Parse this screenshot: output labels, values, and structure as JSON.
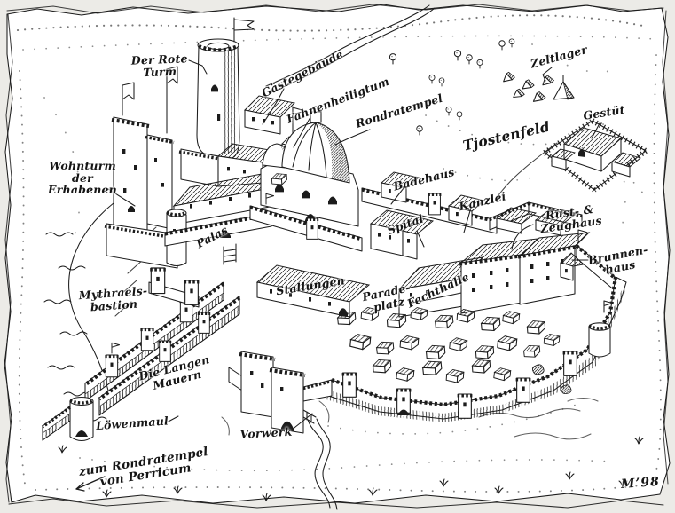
{
  "colors": {
    "ink": "#1c1c1c",
    "paper": "#ffffff",
    "margin": "#ecebe7"
  },
  "labels": [
    {
      "id": "der-rote-turm",
      "text": "Der Rote\nTurm"
    },
    {
      "id": "wohnturm-der-erhabenen",
      "text": "Wohnturm\nder\nErhabenen"
    },
    {
      "id": "gaestegebaeude",
      "text": "Gästegebäude"
    },
    {
      "id": "fahnenheiligtum",
      "text": "Fahnenheiligtum"
    },
    {
      "id": "rondratempel",
      "text": "Rondratempel"
    },
    {
      "id": "tjostenfeld",
      "text": "Tjostenfeld"
    },
    {
      "id": "zeltlager",
      "text": "Zeltlager"
    },
    {
      "id": "gestuet",
      "text": "Gestüt"
    },
    {
      "id": "badehaus",
      "text": "Badehaus"
    },
    {
      "id": "kanzlei",
      "text": "Kanzlei"
    },
    {
      "id": "spital",
      "text": "Spital"
    },
    {
      "id": "ruest-und-zeughaus",
      "text": "Rüst- & Zeughaus"
    },
    {
      "id": "brunnenhaus",
      "text": "Brunnen-\nhaus"
    },
    {
      "id": "palas",
      "text": "Palas"
    },
    {
      "id": "mythraelsbastion",
      "text": "Mythraels-\nbastion"
    },
    {
      "id": "stallungen",
      "text": "Stallungen"
    },
    {
      "id": "paradeplatz",
      "text": "Parade-\nplatz"
    },
    {
      "id": "fechthalle",
      "text": "Fechthalle"
    },
    {
      "id": "die-langen-mauern",
      "text": "Die Langen\nMauern"
    },
    {
      "id": "loewenmaul",
      "text": "Löwenmaul"
    },
    {
      "id": "vorwerk",
      "text": "Vorwerk"
    },
    {
      "id": "zum-rondratempel-von-perricum",
      "text": "zum Rondratempel\nvon Perricum"
    },
    {
      "id": "signature",
      "text": "M’98"
    }
  ]
}
